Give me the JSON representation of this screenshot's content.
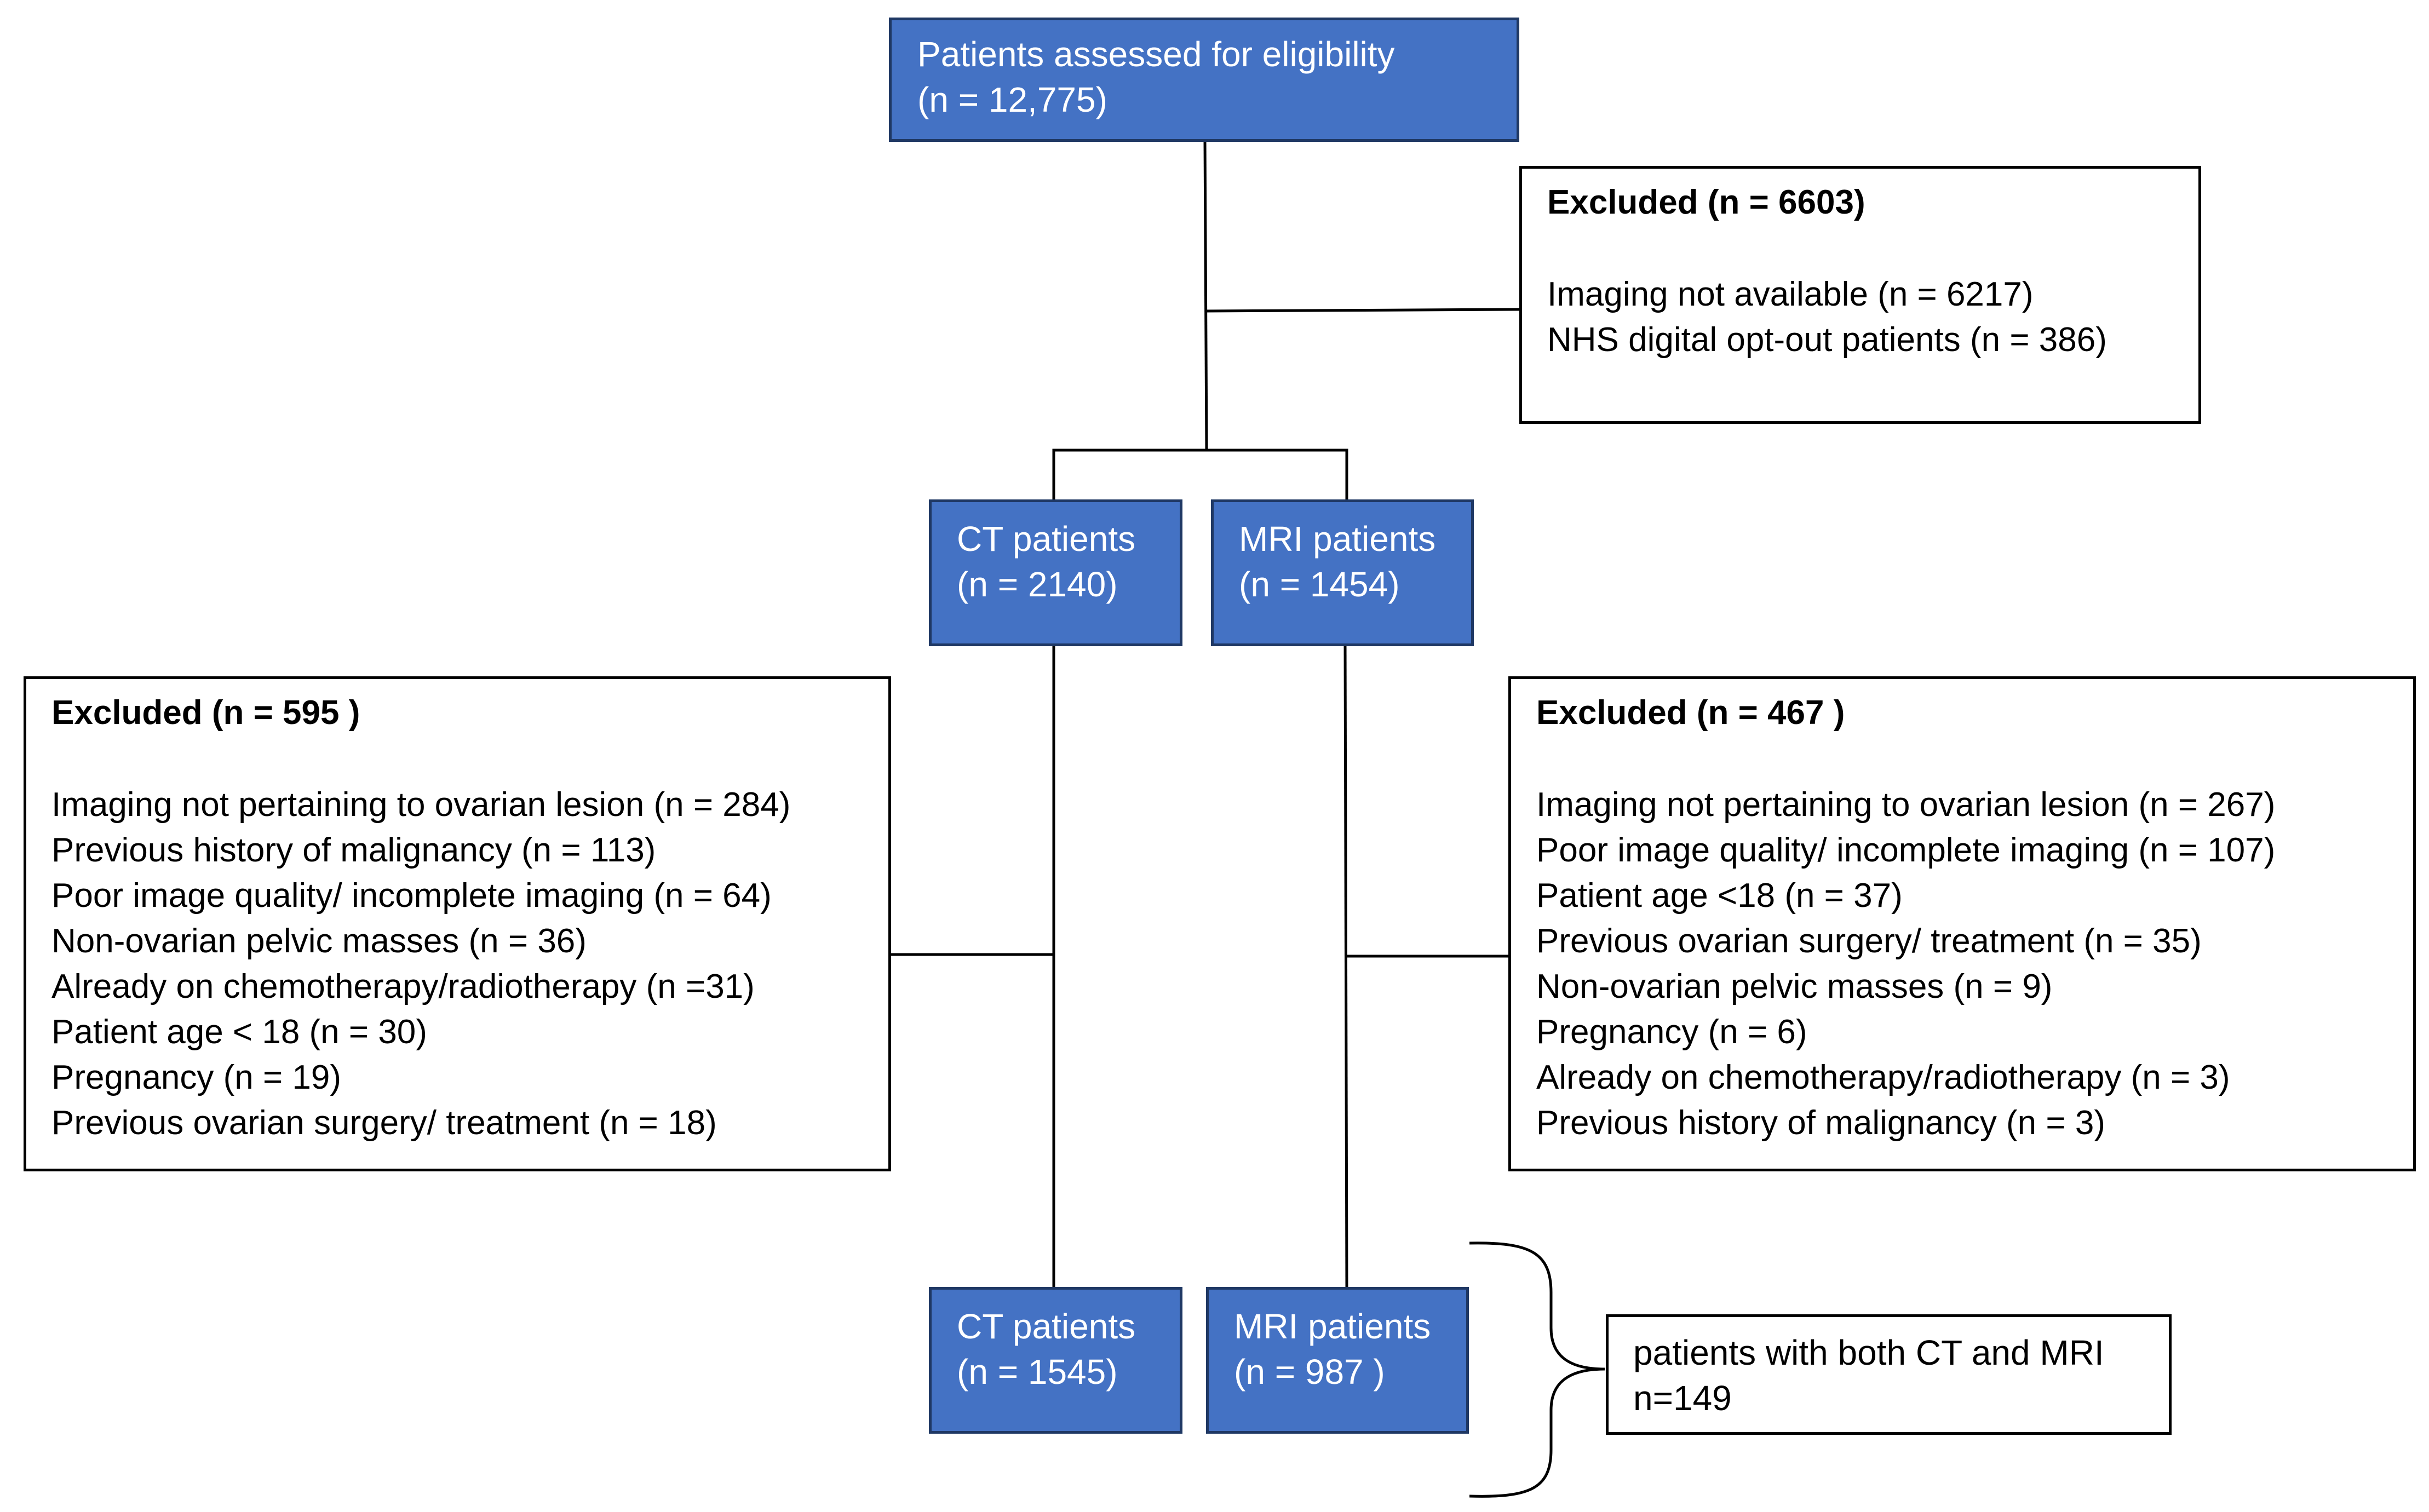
{
  "top": {
    "label": "Patients assessed for eligibility",
    "count": "(n = 12,775)"
  },
  "excluded_top": {
    "heading": "Excluded (n = 6603)",
    "items": [
      "Imaging not available (n = 6217)",
      "NHS digital opt-out patients (n = 386)"
    ]
  },
  "ct_initial": {
    "label": "CT patients",
    "count": "(n = 2140)"
  },
  "mri_initial": {
    "label": "MRI patients",
    "count": "(n = 1454)"
  },
  "excluded_ct": {
    "heading": "Excluded (n = 595 )",
    "items": [
      "Imaging not pertaining to ovarian lesion (n = 284)",
      "Previous history of malignancy (n = 113)",
      "Poor image quality/ incomplete imaging (n = 64)",
      "Non-ovarian pelvic masses (n = 36)",
      "Already on chemotherapy/radiotherapy (n =31)",
      "Patient age < 18 (n = 30)",
      "Pregnancy (n = 19)",
      "Previous ovarian surgery/ treatment (n = 18)"
    ]
  },
  "excluded_mri": {
    "heading": "Excluded (n = 467 )",
    "items": [
      "Imaging not pertaining to ovarian lesion (n = 267)",
      "Poor image quality/ incomplete imaging (n =  107)",
      "Patient age <18 (n = 37)",
      "Previous ovarian surgery/ treatment (n = 35)",
      "Non-ovarian pelvic masses (n = 9)",
      "Pregnancy (n = 6)",
      "Already on chemotherapy/radiotherapy (n = 3)",
      "Previous history of malignancy (n = 3)"
    ]
  },
  "ct_final": {
    "label": "CT patients",
    "count": "(n = 1545)"
  },
  "mri_final": {
    "label": "MRI patients",
    "count": "(n = 987 )"
  },
  "both": {
    "label": "patients with both CT and MRI",
    "count": "n=149"
  },
  "colors": {
    "box_fill": "#4472c4",
    "box_border": "#1f3864",
    "line": "#000000"
  }
}
